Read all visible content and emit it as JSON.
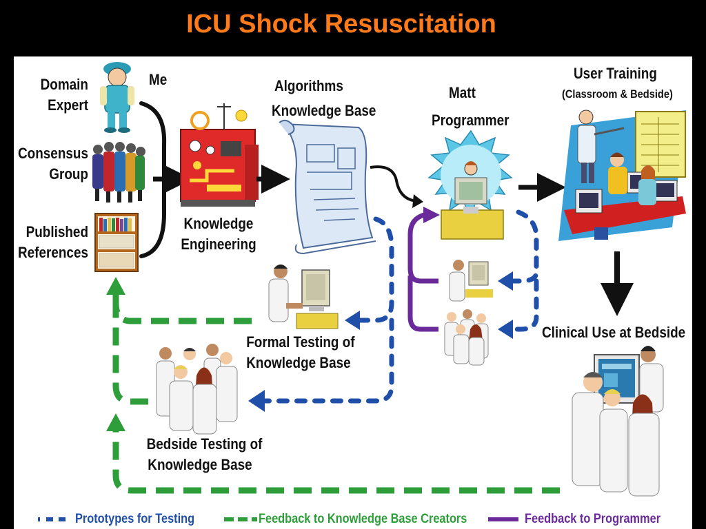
{
  "title": "ICU Shock Resuscitation",
  "labels": {
    "domain_expert": [
      "Domain",
      "Expert"
    ],
    "me": "Me",
    "consensus_group": [
      "Consensus",
      "Group"
    ],
    "published_references": [
      "Published",
      "References"
    ],
    "knowledge_engineering": [
      "Knowledge",
      "Engineering"
    ],
    "algorithms": "Algorithms",
    "knowledge_base": "Knowledge Base",
    "matt": "Matt",
    "programmer": "Programmer",
    "user_training": "User Training",
    "user_training_sub": "(Classroom & Bedside)",
    "clinical_use": "Clinical Use at Bedside",
    "formal_testing": [
      "Formal Testing of",
      "Knowledge Base"
    ],
    "bedside_testing": [
      "Bedside Testing of",
      "Knowledge Base"
    ]
  },
  "legend": [
    {
      "label": "Prototypes for Testing",
      "color": "#1f4fa8",
      "style": "dotted"
    },
    {
      "label": "Feedback to Knowledge Base Creators",
      "color": "#2e9e3a",
      "style": "dashed"
    },
    {
      "label": "Feedback to Programmer",
      "color": "#6b2a9a",
      "style": "solid"
    }
  ],
  "colors": {
    "title": "#ff7a1a",
    "prototypes": "#1f4fa8",
    "feedback_kb": "#2e9e3a",
    "feedback_programmer": "#6b2a9a"
  },
  "icons": [
    "domain-expert-figure",
    "consensus-group-figure",
    "bookshelf-icon",
    "knowledge-machine-icon",
    "scroll-icon",
    "programmer-computer-icon",
    "classroom-icon",
    "clinical-team-icon",
    "formal-testing-computer-icon",
    "bedside-testing-team-icon"
  ]
}
